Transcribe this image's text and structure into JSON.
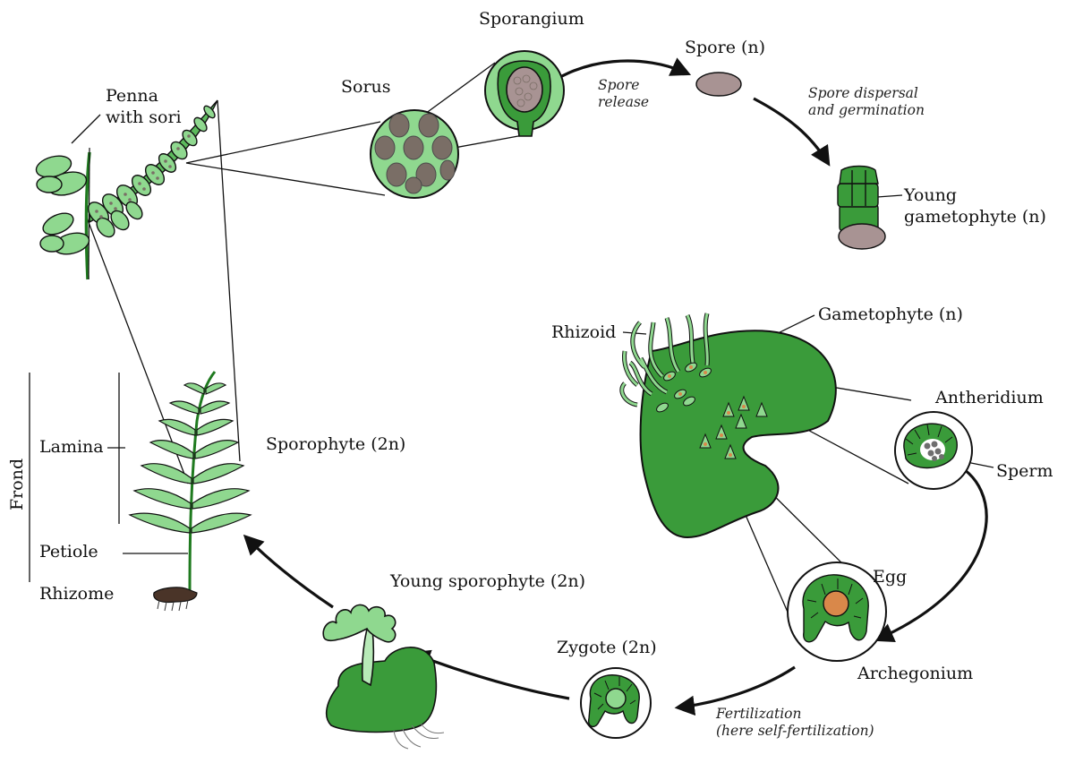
{
  "labels": {
    "penna_with_sori": [
      "Penna",
      "with sori"
    ],
    "sorus": "Sorus",
    "sporangium": "Sporangium",
    "spore": "Spore (n)",
    "spore_release": [
      "Spore",
      "release"
    ],
    "spore_dispersal": [
      "Spore dispersal",
      "and germination"
    ],
    "young_gametophyte": [
      "Young",
      "gametophyte (n)"
    ],
    "gametophyte": "Gametophyte (n)",
    "rhizoid": "Rhizoid",
    "antheridium": "Antheridium",
    "sperm": "Sperm",
    "egg": "Egg",
    "archegonium": "Archegonium",
    "fertilization": [
      "Fertilization",
      "(here self-fertilization)"
    ],
    "zygote": "Zygote (2n)",
    "young_sporophyte": "Young sporophyte (2n)",
    "sporophyte": "Sporophyte (2n)",
    "frond": "Frond",
    "lamina": "Lamina",
    "petiole": "Petiole",
    "rhizome": "Rhizome"
  },
  "colors": {
    "dark_green": "#3a9b3a",
    "mid_green": "#5cba5c",
    "light_green": "#8fd88f",
    "pale_green": "#b8eab8",
    "stem_green": "#1f7a1f",
    "spore_gray": "#a89393",
    "sorus_gray": "#7a6e66",
    "egg_orange": "#d9884a",
    "rhizome_brown": "#4a3428",
    "outline": "#111111"
  }
}
